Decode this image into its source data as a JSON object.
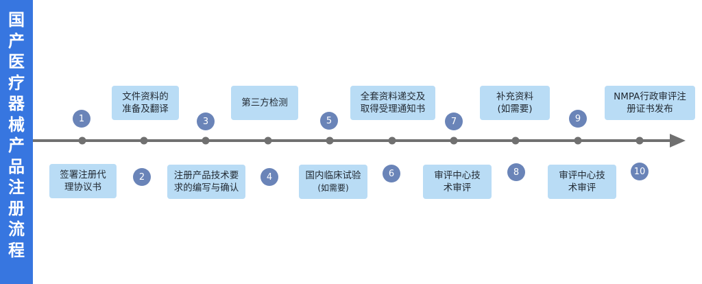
{
  "title_chars": [
    "国",
    "产",
    "医",
    "疗",
    "器",
    "械",
    "产",
    "品",
    "注",
    "册",
    "流",
    "程"
  ],
  "colors": {
    "sidebar": "#3776e0",
    "box": "#b9dcf5",
    "badge": "#6a84b8",
    "axis": "#707070",
    "dot": "#707070"
  },
  "steps": [
    {
      "number": "1",
      "lines": [
        "签署注册代",
        "理协议书"
      ]
    },
    {
      "number": "2",
      "lines": [
        "文件资料的",
        "准备及翻译"
      ]
    },
    {
      "number": "3",
      "lines": [
        "注册产品技术要",
        "求的编写与确认"
      ]
    },
    {
      "number": "4",
      "lines": [
        "第三方检测"
      ]
    },
    {
      "number": "5",
      "lines": [
        "国内临床试验",
        "(如需要)"
      ]
    },
    {
      "number": "6",
      "lines": [
        "全套资料递交及",
        "取得受理通知书"
      ]
    },
    {
      "number": "7",
      "lines": [
        "审评中心技",
        "术审评"
      ]
    },
    {
      "number": "8",
      "lines": [
        "补充资料",
        "(如需要)"
      ]
    },
    {
      "number": "9",
      "lines": [
        "审评中心技",
        "术审评"
      ]
    },
    {
      "number": "10",
      "lines": [
        "NMPA行政审评注",
        "册证书发布"
      ]
    }
  ]
}
